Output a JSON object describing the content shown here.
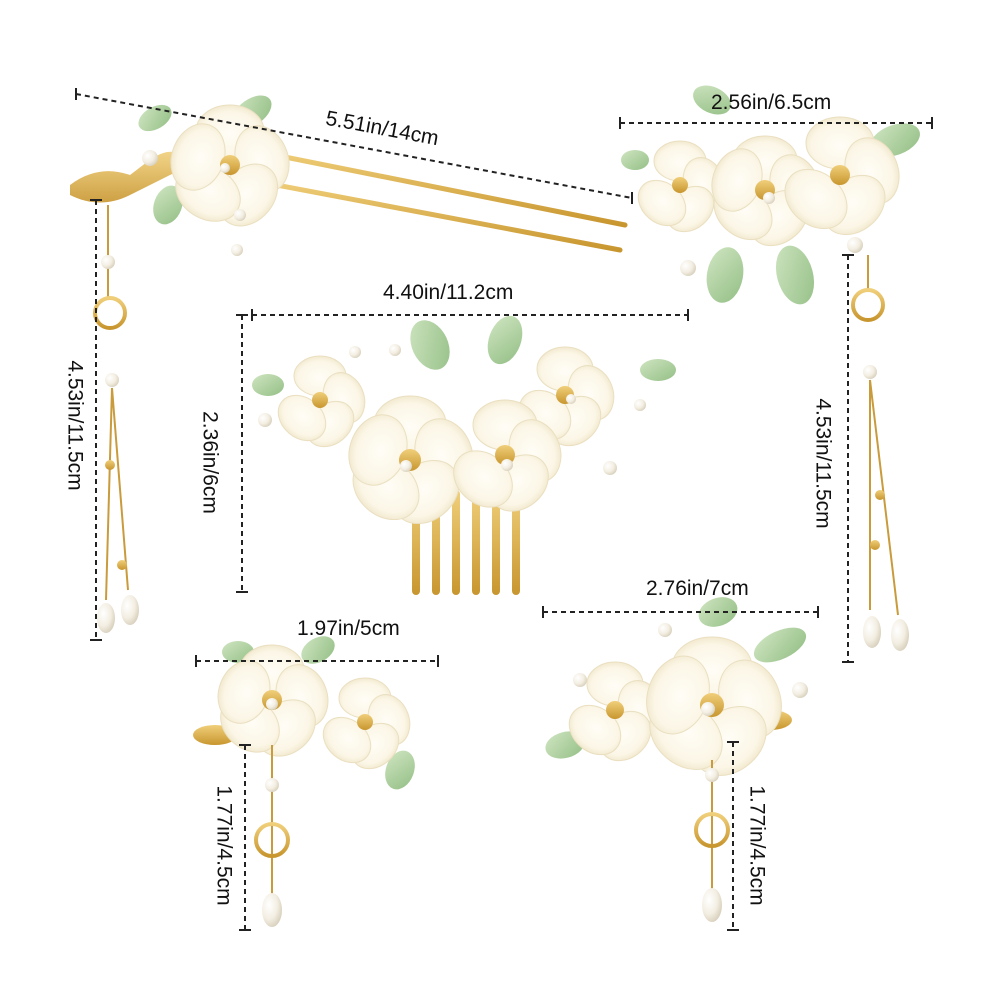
{
  "colors": {
    "petal": "#fbf7ea",
    "petal_edge": "#f3ead0",
    "petal_shadow": "#e6dcc0",
    "gold": "#d7a94a",
    "gold_dark": "#b78a2e",
    "leaf": "#b9d8a9",
    "leaf_dark": "#93bd86",
    "pearl": "#f7f3ea",
    "dim_line": "#222222",
    "text": "#111111"
  },
  "dimensions": {
    "hairpin_length": "5.51in/14cm",
    "hairpin_tassel": "4.53in/11.5cm",
    "side_comb_width": "2.56in/6.5cm",
    "side_comb_tassel": "4.53in/11.5cm",
    "center_comb_width": "4.40in/11.2cm",
    "center_comb_height": "2.36in/6cm",
    "small_clip_width": "1.97in/5cm",
    "small_clip_tassel": "1.77in/4.5cm",
    "large_clip_width": "2.76in/7cm",
    "large_clip_tassel": "1.77in/4.5cm"
  }
}
